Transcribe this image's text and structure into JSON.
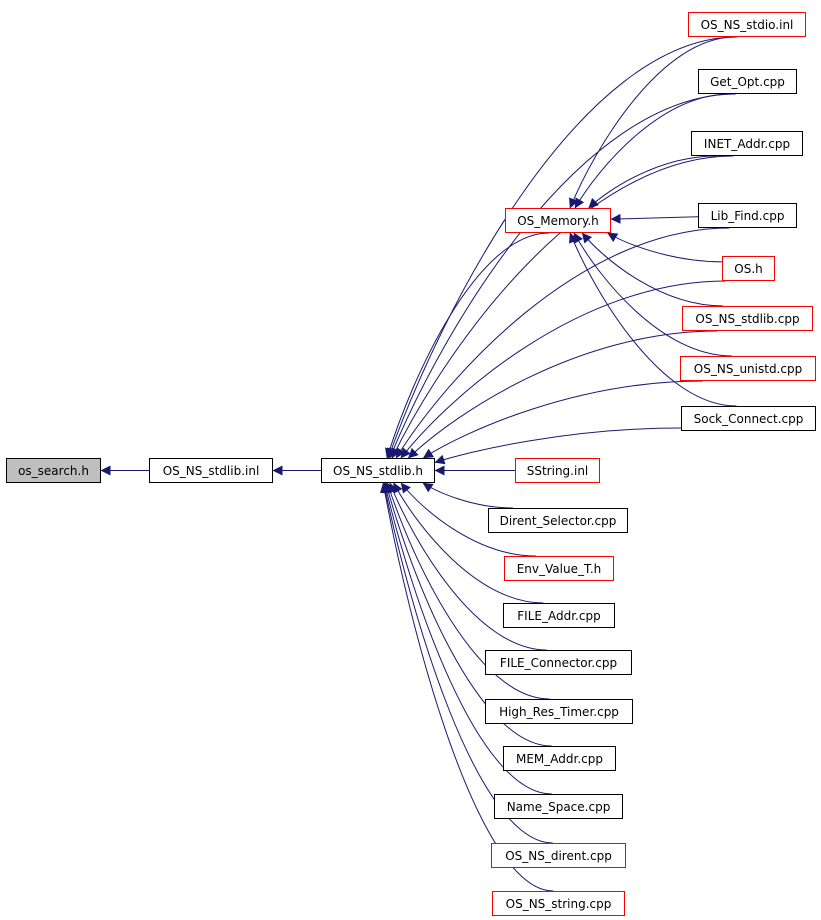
{
  "graph": {
    "colors": {
      "edge": "#191970",
      "node_border": "#000000",
      "undocumented_border": "#ff0000",
      "root_fill": "#bfbfbf"
    },
    "nodes": [
      {
        "id": "os_search_h",
        "label": "os_search.h",
        "style": "root"
      },
      {
        "id": "os_ns_stdlib_inl",
        "label": "OS_NS_stdlib.inl",
        "style": "black"
      },
      {
        "id": "os_ns_stdlib_h",
        "label": "OS_NS_stdlib.h",
        "style": "black"
      },
      {
        "id": "os_memory_h",
        "label": "OS_Memory.h",
        "style": "red"
      },
      {
        "id": "os_ns_stdio_inl",
        "label": "OS_NS_stdio.inl",
        "style": "red"
      },
      {
        "id": "get_opt_cpp",
        "label": "Get_Opt.cpp",
        "style": "black"
      },
      {
        "id": "inet_addr_cpp",
        "label": "INET_Addr.cpp",
        "style": "black"
      },
      {
        "id": "lib_find_cpp",
        "label": "Lib_Find.cpp",
        "style": "black"
      },
      {
        "id": "os_h",
        "label": "OS.h",
        "style": "red"
      },
      {
        "id": "os_ns_stdlib_cpp",
        "label": "OS_NS_stdlib.cpp",
        "style": "red"
      },
      {
        "id": "os_ns_unistd_cpp",
        "label": "OS_NS_unistd.cpp",
        "style": "red"
      },
      {
        "id": "sock_connect_cpp",
        "label": "Sock_Connect.cpp",
        "style": "black"
      },
      {
        "id": "sstring_inl",
        "label": "SString.inl",
        "style": "red"
      },
      {
        "id": "dirent_selector_cpp",
        "label": "Dirent_Selector.cpp",
        "style": "black"
      },
      {
        "id": "env_value_t_h",
        "label": "Env_Value_T.h",
        "style": "red"
      },
      {
        "id": "file_addr_cpp",
        "label": "FILE_Addr.cpp",
        "style": "black"
      },
      {
        "id": "file_connector_cpp",
        "label": "FILE_Connector.cpp",
        "style": "black"
      },
      {
        "id": "high_res_timer_cpp",
        "label": "High_Res_Timer.cpp",
        "style": "black"
      },
      {
        "id": "mem_addr_cpp",
        "label": "MEM_Addr.cpp",
        "style": "black"
      },
      {
        "id": "name_space_cpp",
        "label": "Name_Space.cpp",
        "style": "black"
      },
      {
        "id": "os_ns_dirent_cpp",
        "label": "OS_NS_dirent.cpp",
        "style": "red"
      },
      {
        "id": "os_ns_string_cpp",
        "label": "OS_NS_string.cpp",
        "style": "red"
      }
    ],
    "edges": [
      {
        "from": "os_ns_stdlib_inl",
        "to": "os_search_h"
      },
      {
        "from": "os_ns_stdlib_h",
        "to": "os_ns_stdlib_inl"
      },
      {
        "from": "os_ns_stdio_inl",
        "to": "os_ns_stdlib_h"
      },
      {
        "from": "get_opt_cpp",
        "to": "os_ns_stdlib_h"
      },
      {
        "from": "inet_addr_cpp",
        "to": "os_ns_stdlib_h"
      },
      {
        "from": "lib_find_cpp",
        "to": "os_ns_stdlib_h"
      },
      {
        "from": "os_memory_h",
        "to": "os_ns_stdlib_h"
      },
      {
        "from": "os_h",
        "to": "os_ns_stdlib_h"
      },
      {
        "from": "os_ns_stdlib_cpp",
        "to": "os_ns_stdlib_h"
      },
      {
        "from": "os_ns_unistd_cpp",
        "to": "os_ns_stdlib_h"
      },
      {
        "from": "sock_connect_cpp",
        "to": "os_ns_stdlib_h"
      },
      {
        "from": "sstring_inl",
        "to": "os_ns_stdlib_h"
      },
      {
        "from": "dirent_selector_cpp",
        "to": "os_ns_stdlib_h"
      },
      {
        "from": "env_value_t_h",
        "to": "os_ns_stdlib_h"
      },
      {
        "from": "file_addr_cpp",
        "to": "os_ns_stdlib_h"
      },
      {
        "from": "file_connector_cpp",
        "to": "os_ns_stdlib_h"
      },
      {
        "from": "high_res_timer_cpp",
        "to": "os_ns_stdlib_h"
      },
      {
        "from": "mem_addr_cpp",
        "to": "os_ns_stdlib_h"
      },
      {
        "from": "name_space_cpp",
        "to": "os_ns_stdlib_h"
      },
      {
        "from": "os_ns_dirent_cpp",
        "to": "os_ns_stdlib_h"
      },
      {
        "from": "os_ns_string_cpp",
        "to": "os_ns_stdlib_h"
      },
      {
        "from": "os_ns_stdio_inl",
        "to": "os_memory_h"
      },
      {
        "from": "get_opt_cpp",
        "to": "os_memory_h"
      },
      {
        "from": "inet_addr_cpp",
        "to": "os_memory_h"
      },
      {
        "from": "lib_find_cpp",
        "to": "os_memory_h"
      },
      {
        "from": "os_h",
        "to": "os_memory_h"
      },
      {
        "from": "os_ns_stdlib_cpp",
        "to": "os_memory_h"
      },
      {
        "from": "os_ns_unistd_cpp",
        "to": "os_memory_h"
      },
      {
        "from": "sock_connect_cpp",
        "to": "os_memory_h"
      }
    ]
  }
}
